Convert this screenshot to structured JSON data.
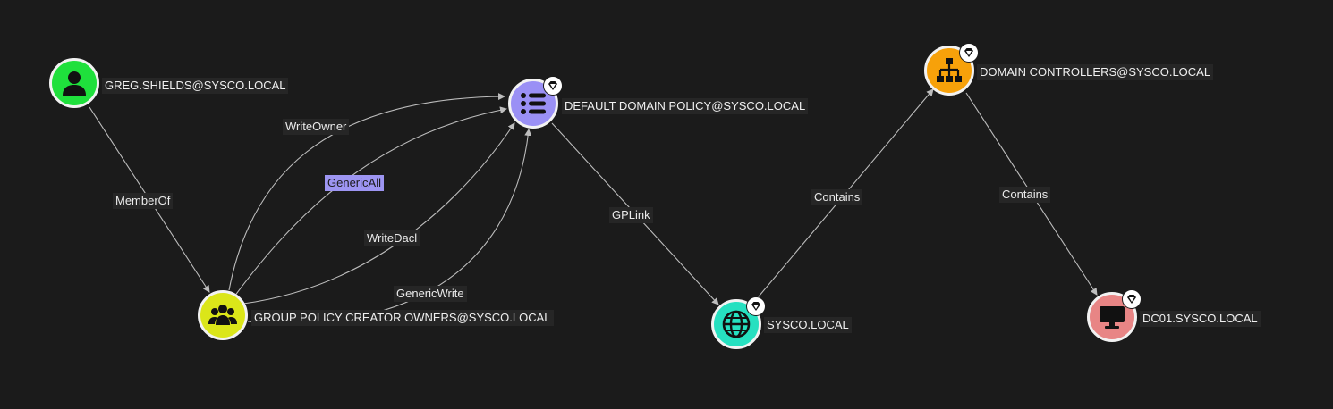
{
  "nodes": [
    {
      "id": "greg",
      "label": "GREG.SHIELDS@SYSCO.LOCAL",
      "color": "#1fe03c",
      "icon": "user-icon",
      "badge": false
    },
    {
      "id": "gpco",
      "label": "GROUP POLICY CREATOR OWNERS@SYSCO.LOCAL",
      "color": "#dbe619",
      "icon": "group-icon",
      "badge": false
    },
    {
      "id": "ddp",
      "label": "DEFAULT DOMAIN POLICY@SYSCO.LOCAL",
      "color": "#9a90f5",
      "icon": "gpo-list-icon",
      "badge": true
    },
    {
      "id": "sysco",
      "label": "SYSCO.LOCAL",
      "color": "#26e0c0",
      "icon": "globe-icon",
      "badge": true
    },
    {
      "id": "dc",
      "label": "DOMAIN CONTROLLERS@SYSCO.LOCAL",
      "color": "#f7a10a",
      "icon": "ou-tree-icon",
      "badge": true
    },
    {
      "id": "dc01",
      "label": "DC01.SYSCO.LOCAL",
      "color": "#e88585",
      "icon": "computer-icon",
      "badge": true
    }
  ],
  "edges": [
    {
      "id": "memberof",
      "label": "MemberOf",
      "selected": false
    },
    {
      "id": "writeowner",
      "label": "WriteOwner",
      "selected": false
    },
    {
      "id": "genericall",
      "label": "GenericAll",
      "selected": true
    },
    {
      "id": "writedacl",
      "label": "WriteDacl",
      "selected": false
    },
    {
      "id": "genericwrite",
      "label": "GenericWrite",
      "selected": false
    },
    {
      "id": "gplink",
      "label": "GPLink",
      "selected": false
    },
    {
      "id": "contains1",
      "label": "Contains",
      "selected": false
    },
    {
      "id": "contains2",
      "label": "Contains",
      "selected": false
    }
  ],
  "badge_icon": "tier-zero-gem-icon",
  "colors": {
    "background": "#1b1b1b",
    "edge": "#bdbdbd",
    "selected_edge_label": "#9d95f2"
  }
}
